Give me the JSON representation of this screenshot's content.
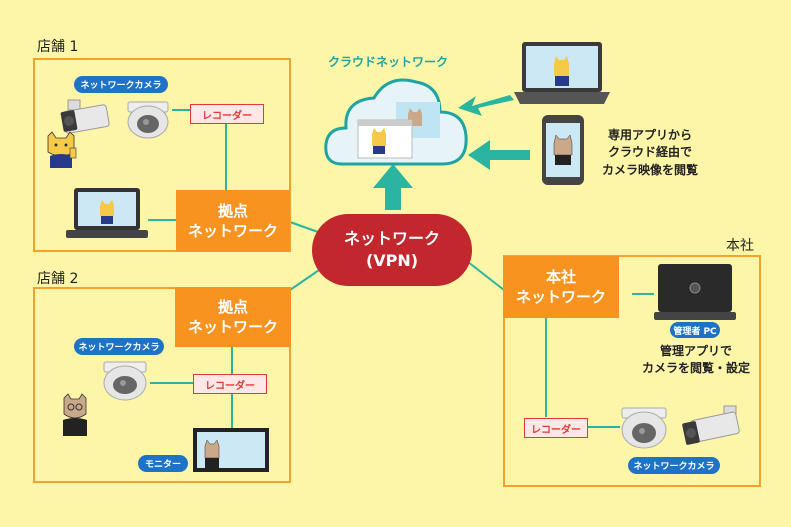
{
  "store1": {
    "title": "店舗 1",
    "camera_label": "ネットワークカメラ",
    "recorder_label": "レコーダー",
    "hub_line1": "拠点",
    "hub_line2": "ネットワーク"
  },
  "store2": {
    "title": "店舗 2",
    "camera_label": "ネットワークカメラ",
    "recorder_label": "レコーダー",
    "monitor_label": "モニター",
    "hub_line1": "拠点",
    "hub_line2": "ネットワーク"
  },
  "hq": {
    "title": "本社",
    "hub_line1": "本社",
    "hub_line2": "ネットワーク",
    "pc_label": "管理者 PC",
    "note_line1": "管理アプリで",
    "note_line2": "カメラを閲覧・設定",
    "recorder_label": "レコーダー",
    "camera_label": "ネットワークカメラ"
  },
  "vpn": {
    "line1": "ネットワーク",
    "line2": "(VPN)"
  },
  "cloud": {
    "label": "クラウドネットワーク"
  },
  "remote": {
    "note_line1": "専用アプリから",
    "note_line2": "クラウド経由で",
    "note_line3": "カメラ映像を閲覧"
  },
  "colors": {
    "background": "#fdf6a8",
    "hub": "#f7931e",
    "vpn": "#c1272d",
    "connector": "#2bb5a0",
    "pill": "#1f73c7",
    "recorder": "#e53935",
    "cloud_stroke": "#1fa3a3"
  }
}
